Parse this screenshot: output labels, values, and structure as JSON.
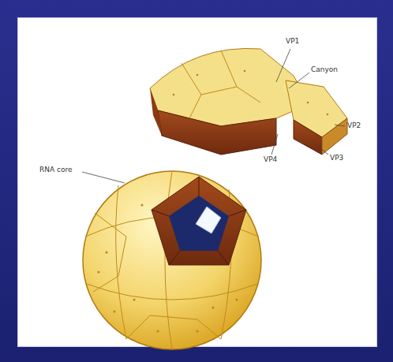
{
  "diagram": {
    "labels": [
      "VP1",
      "Canyon",
      "VP2",
      "VP3",
      "VP4",
      "RNA core"
    ]
  }
}
